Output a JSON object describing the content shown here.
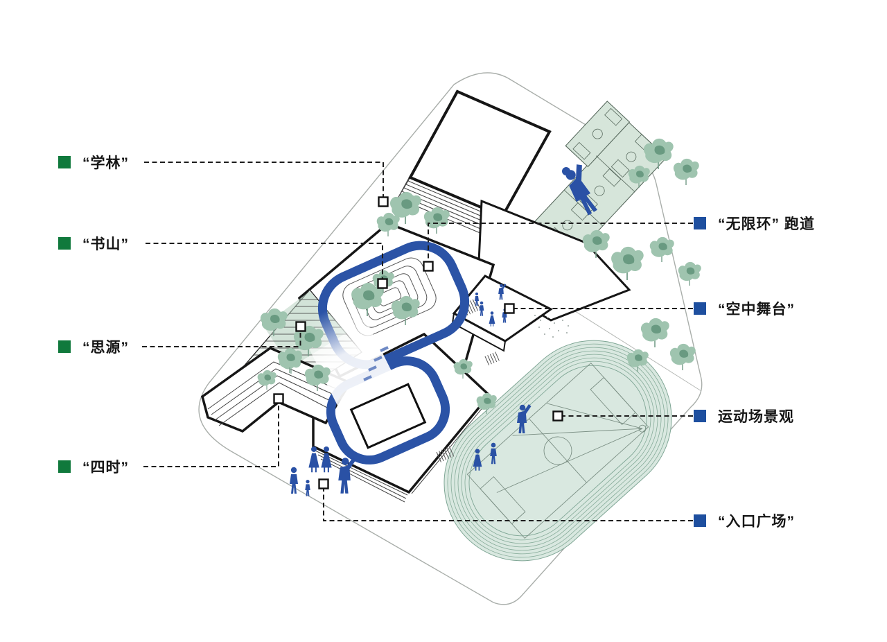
{
  "diagram": {
    "background": "#ffffff",
    "legend_left": [
      {
        "label": "“学林”"
      },
      {
        "label": "“书山”"
      },
      {
        "label": "“思源”"
      },
      {
        "label": "“四时”"
      }
    ],
    "legend_right": [
      {
        "label": "“无限环” 跑道"
      },
      {
        "label": "“空中舞台”"
      },
      {
        "label": "运动场景观"
      },
      {
        "label": "“入口广场”"
      }
    ],
    "colors": {
      "legend_green": "#10793c",
      "legend_blue": "#1e4f9f",
      "track_blue": "#2b53a6",
      "figure_blue": "#2a51a5",
      "tree_light": "#9fc4af",
      "tree_dark": "#5f9379",
      "field_green": "#d9e8e0",
      "court_green": "#d6e5da",
      "outline_black": "#161616",
      "boundary_gray": "#a9aeaa",
      "leader_black": "#1d1d1d"
    }
  }
}
